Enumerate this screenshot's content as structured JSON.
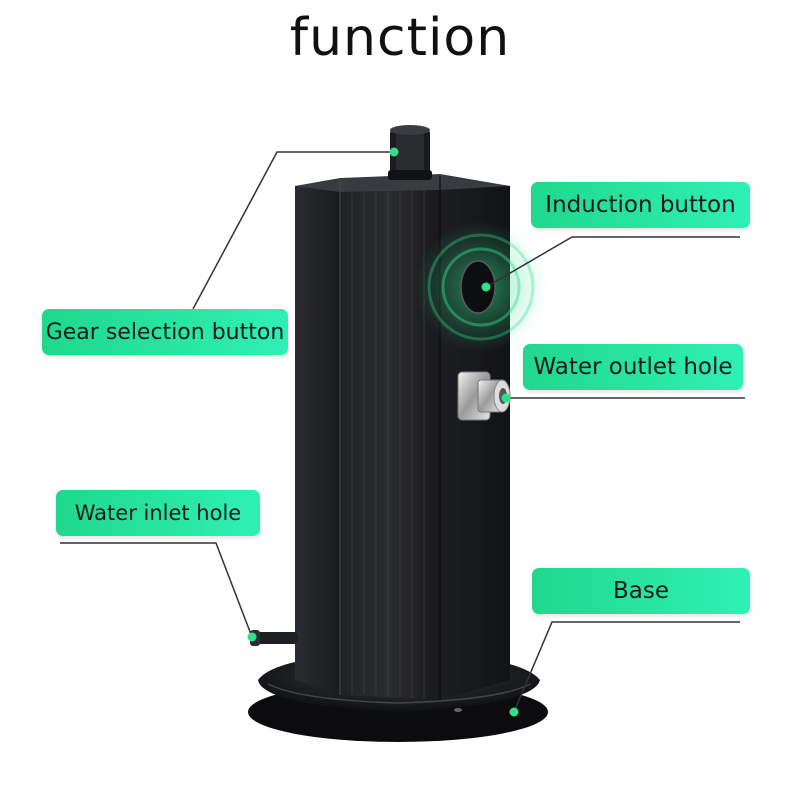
{
  "title": "function",
  "labels": {
    "induction_button": "Induction button",
    "gear_selection_button": "Gear selection button",
    "water_outlet_hole": "Water outlet hole",
    "water_inlet_hole": "Water inlet hole",
    "base": "Base"
  },
  "colors": {
    "label_gradient_start": "#1fd88c",
    "label_gradient_end": "#2ff0b4",
    "marker": "#2fe08a",
    "device_body": "#1c1d20",
    "leader_line": "#333333"
  }
}
